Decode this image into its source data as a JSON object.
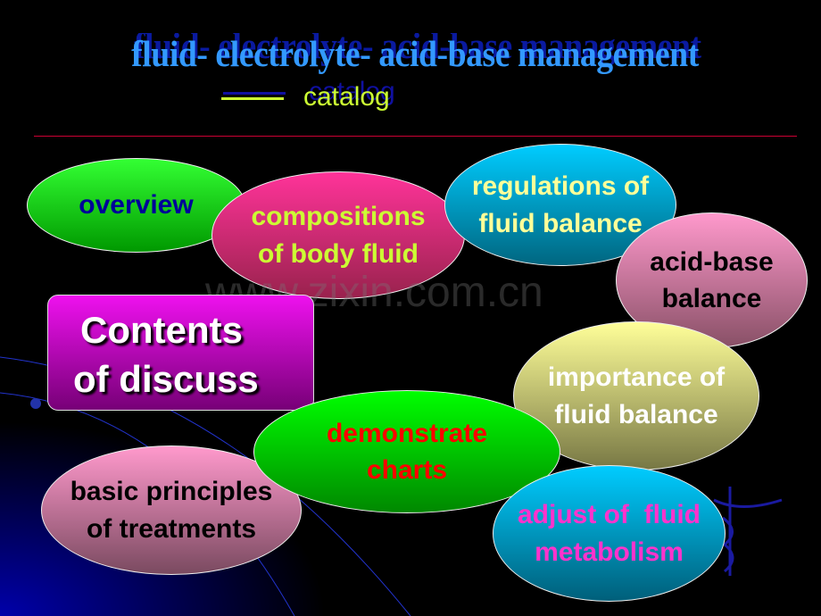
{
  "title": "fluid- electrolyte- acid-base management",
  "subtitle": "catalog",
  "watermark": "www.zixin.com.cn",
  "center_box": {
    "line1": "Contents",
    "line2": "of discuss"
  },
  "topics": [
    {
      "l1": "overview",
      "l2": ""
    },
    {
      "l1": "compositions",
      "l2": "of body fluid"
    },
    {
      "l1": "regulations of",
      "l2": "fluid balance"
    },
    {
      "l1": "acid-base",
      "l2": "balance"
    },
    {
      "l1": "importance of",
      "l2": "fluid balance"
    },
    {
      "l1": "demonstrate",
      "l2": "charts"
    },
    {
      "l1": "basic principles",
      "l2": "of treatments"
    },
    {
      "l1": "adjust of  fluid",
      "l2": "metabolism"
    }
  ],
  "colors": {
    "title": "#3399ff",
    "subtitle": "#ccff33",
    "rule": "#cc0033"
  }
}
